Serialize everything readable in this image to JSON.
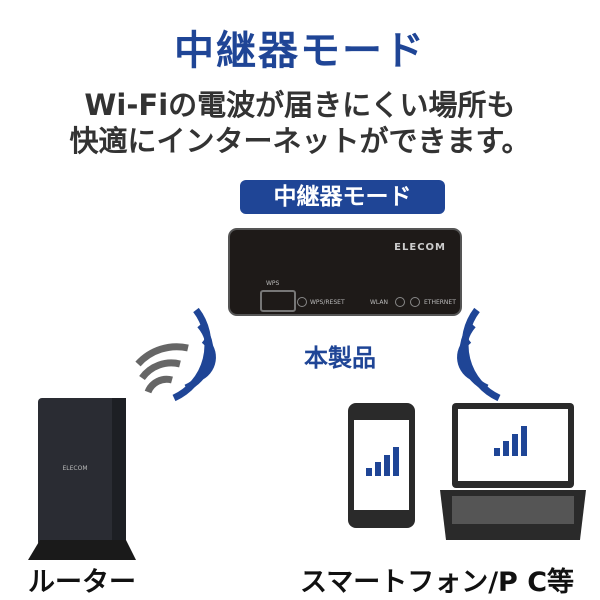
{
  "title": "中継器モード",
  "subtitle_lines": [
    "Wi-Fiの電波が届きにくい場所も",
    "快適にインターネットができます。"
  ],
  "badge": "中継器モード",
  "device": {
    "brand": "ELECOM",
    "wps": "WPS",
    "wps_reset": "WPS/RESET",
    "wlan": "WLAN",
    "ethernet": "ETHERNET"
  },
  "product_label": "本製品",
  "router": {
    "brand": "ELECOM",
    "label": "ルーター"
  },
  "clients_label": "スマートフォン/P C等",
  "colors": {
    "accent": "#1f4596",
    "signal_gray": "#666666"
  },
  "icons": [
    "wifi-signal-icon",
    "signal-bars-icon"
  ]
}
